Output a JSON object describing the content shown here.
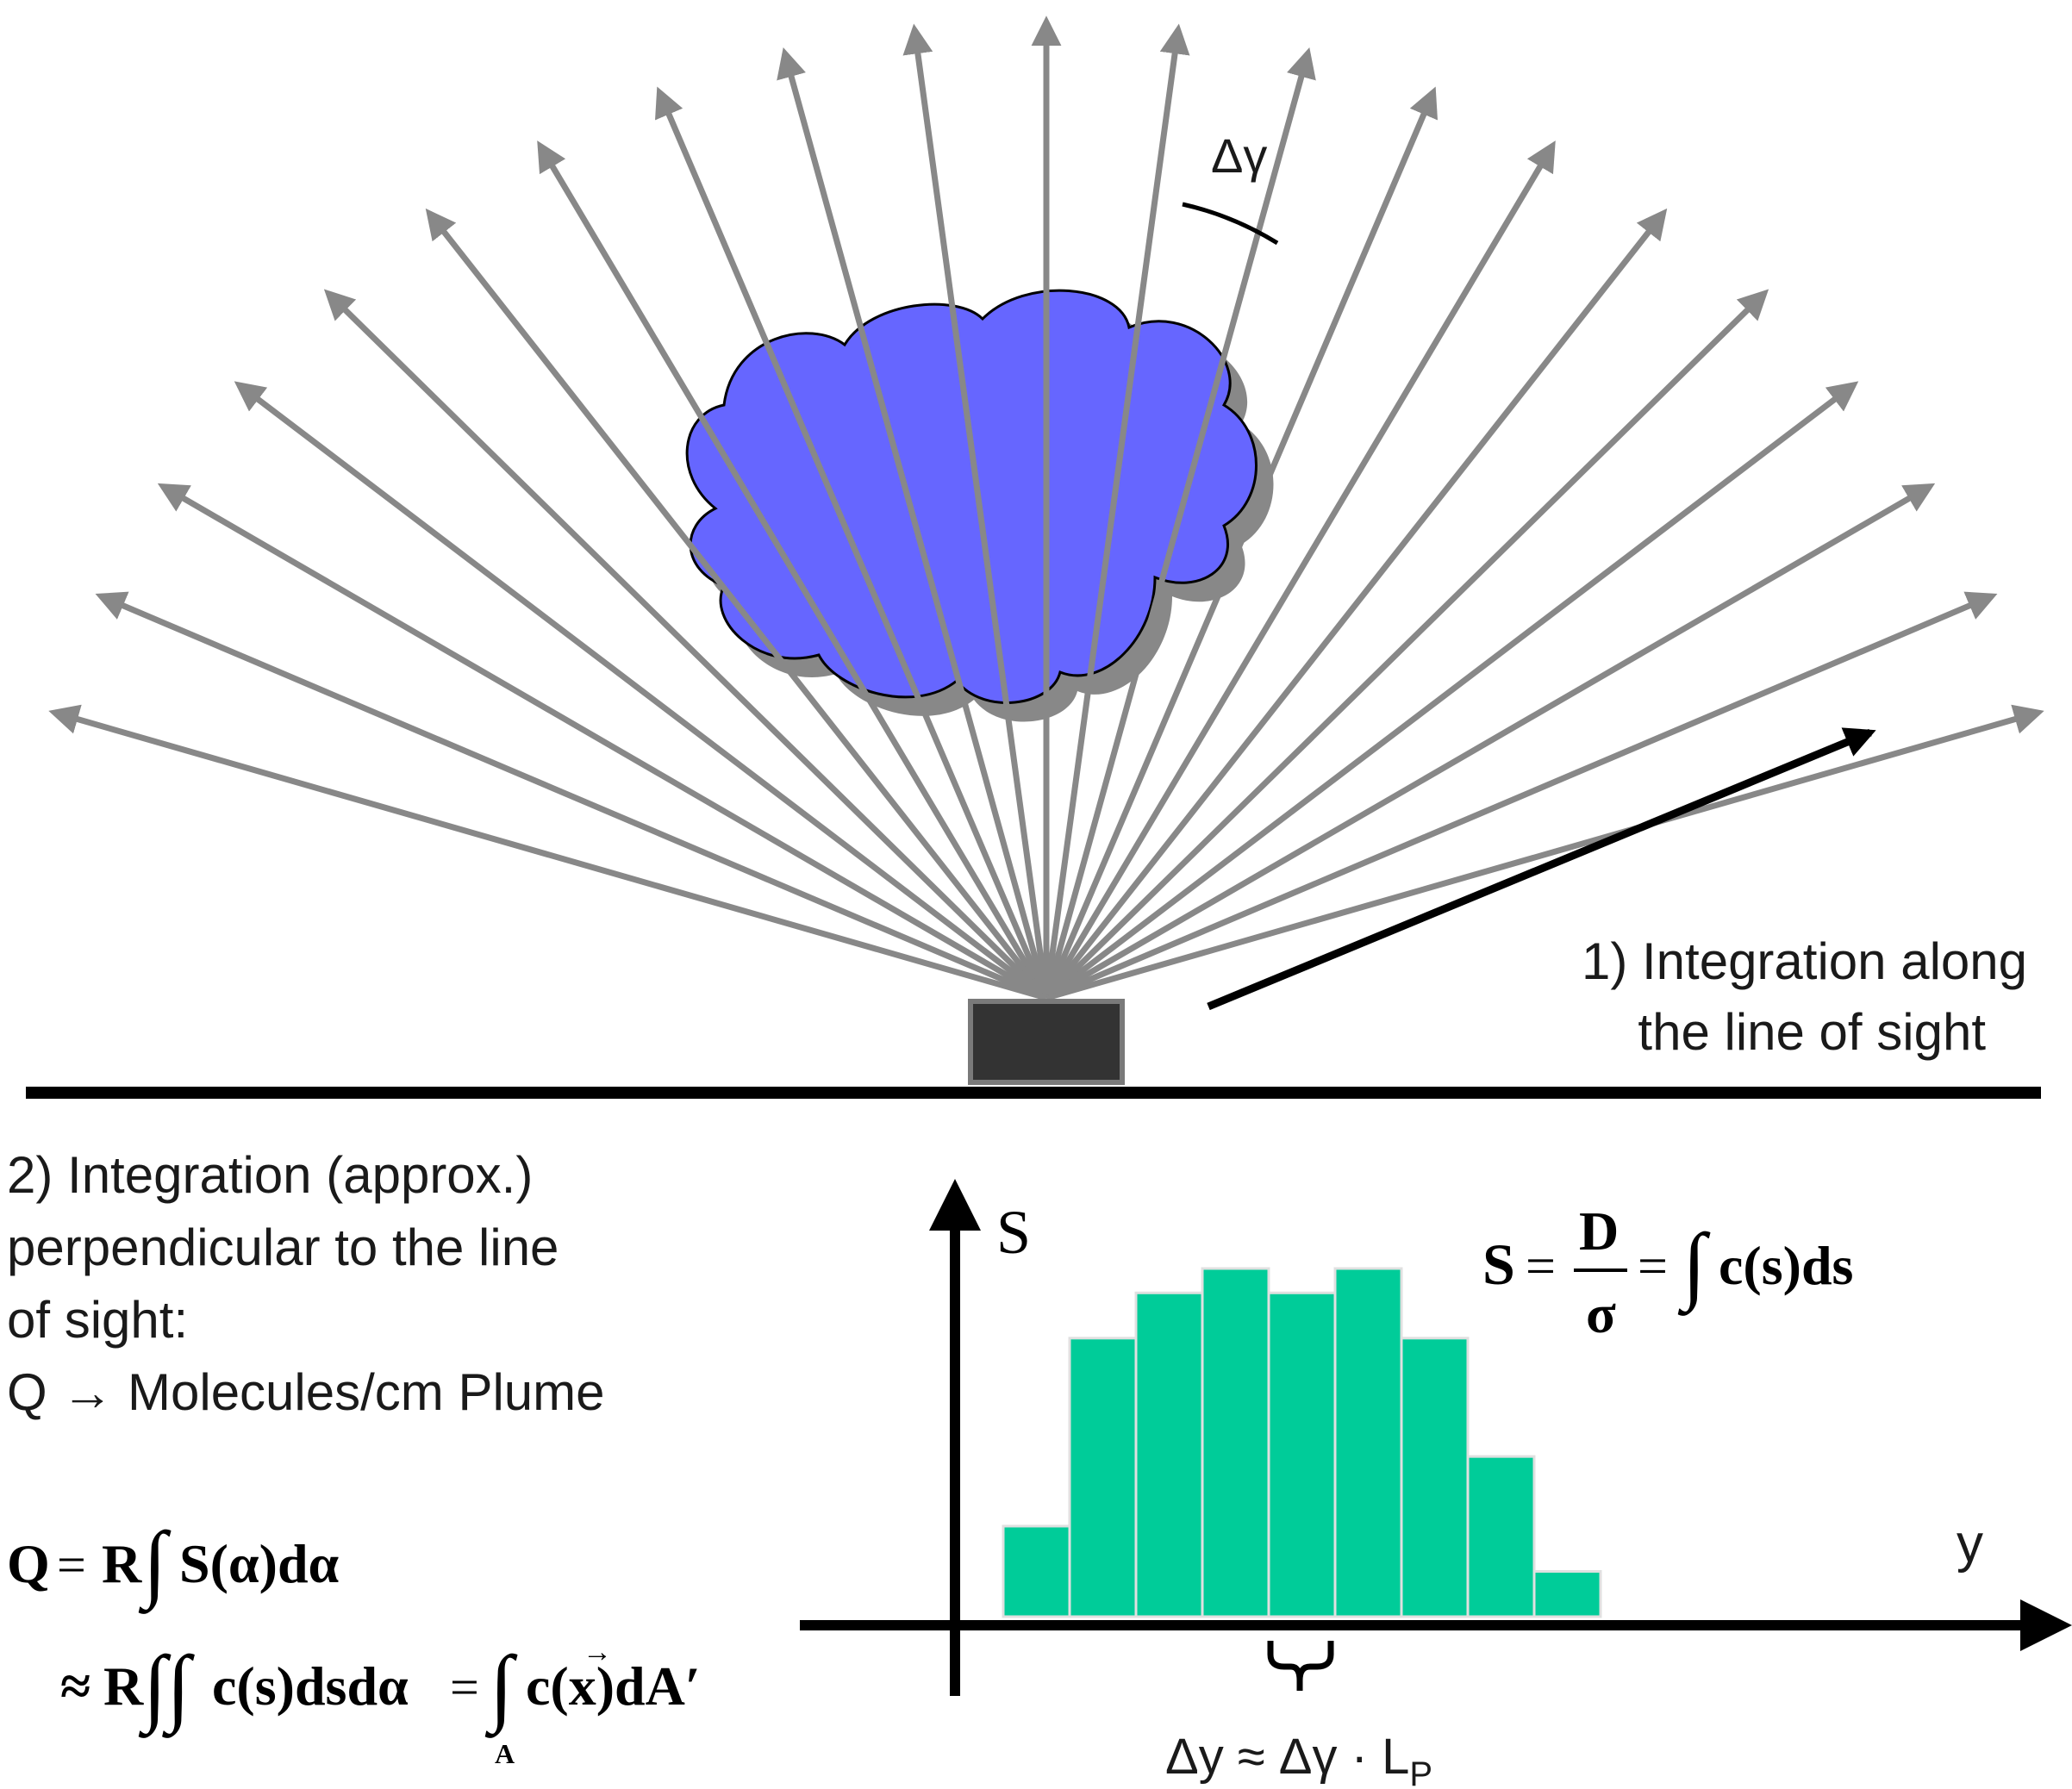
{
  "annotations": {
    "angle_label": "Δγ",
    "step1_line1": "1) Integration along",
    "step1_line2": "the line of sight",
    "step2_line1": "2) Integration (approx.)",
    "step2_line2": "perpendicular to the line",
    "step2_line3": "of sight:",
    "step2_line4": "Q → Molecules/cm Plume"
  },
  "chart_data": {
    "type": "bar",
    "ylabel": "S",
    "xlabel": "y",
    "bin_width_label": "Δy ≈ Δγ · L",
    "bin_width_subscript": "P",
    "values": [
      0.26,
      0.8,
      0.93,
      1.0,
      0.93,
      1.0,
      0.8,
      0.46,
      0.13
    ],
    "ylim": [
      0,
      1
    ]
  },
  "formulas": {
    "signal_lhs": "S",
    "signal_eq1": "=",
    "signal_num": "D",
    "signal_den": "σ",
    "signal_eq2": "=",
    "signal_int": "∫",
    "signal_rhs": "c(s)ds",
    "q_lhs": "Q",
    "q_eq": "=",
    "q_r": "R",
    "q_int": "∫",
    "q_rhs": "S(α)dα",
    "q2_approx": "≈",
    "q2_r": "R",
    "q2_int": "∫∫",
    "q2_mid": "c(s)dsdα",
    "q2_eq": "=",
    "q2_int2": "∫",
    "q2_sub": "A",
    "q2_rhs": "c(x)dA′",
    "q2_vec": "→"
  },
  "colors": {
    "ray": "#888888",
    "plume": "#6666ff",
    "plume_shadow": "#888888",
    "bar": "#00cc99",
    "bar_edge": "#e0e0e0",
    "axis": "#000000",
    "instrument": "#333333"
  }
}
